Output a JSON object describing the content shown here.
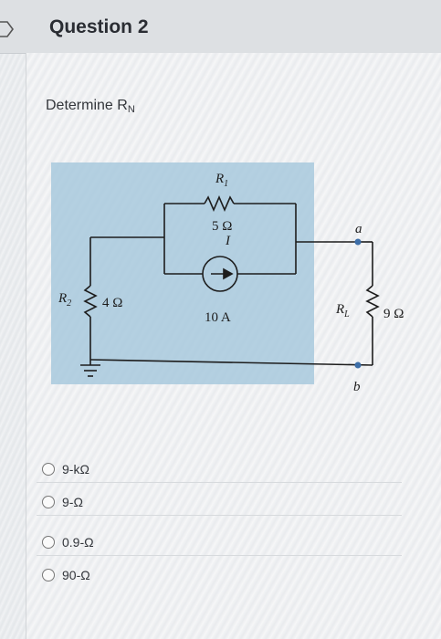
{
  "question": {
    "title": "Question 2",
    "prompt_main": "Determine R",
    "prompt_sub": "N"
  },
  "circuit": {
    "r1_label": "R",
    "r1_sub": "1",
    "r1_value": "5 Ω",
    "source_label": "I",
    "source_value": "10 A",
    "r2_label": "R",
    "r2_sub": "2",
    "r2_value": "4 Ω",
    "rl_label": "R",
    "rl_sub": "L",
    "rl_value": "9 Ω",
    "node_a": "a",
    "node_b": "b"
  },
  "options": [
    {
      "label": "9-kΩ"
    },
    {
      "label": "9-Ω"
    },
    {
      "label": "0.9-Ω"
    },
    {
      "label": "90-Ω"
    }
  ]
}
